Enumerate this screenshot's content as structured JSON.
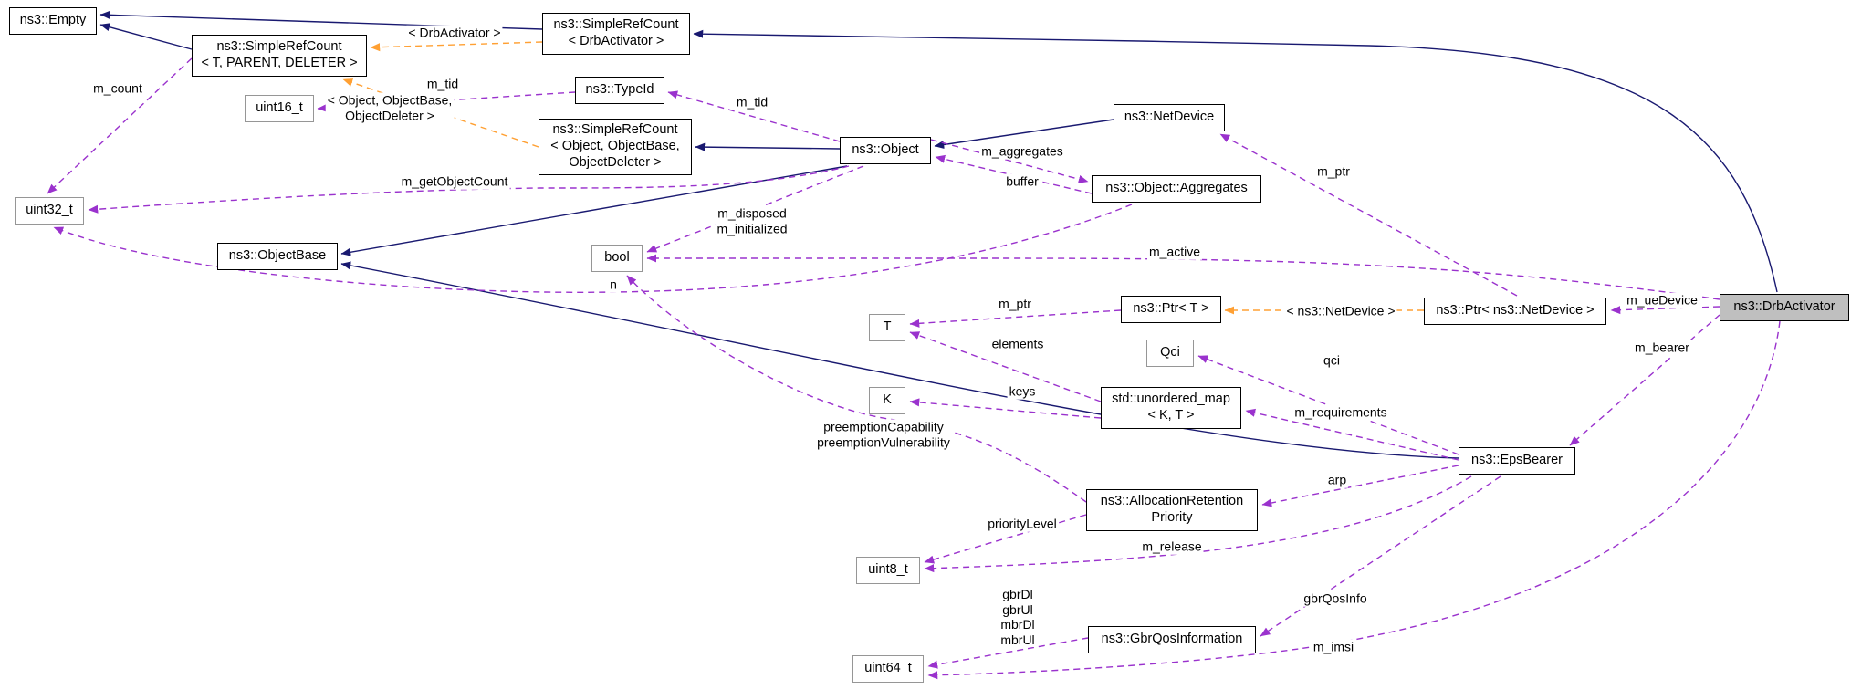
{
  "diagram": {
    "type": "collaboration-graph",
    "main_class": "ns3::DrbActivator",
    "colors": {
      "inheritance": "#191970",
      "usage": "#9a32cd",
      "template": "#ffa033",
      "node_border": "#000000",
      "node_border_undocumented": "#969696",
      "node_fill": "#ffffff",
      "main_node_fill": "#bfbfbf",
      "background": "#ffffff",
      "text": "#000000"
    },
    "nodes": [
      {
        "id": "empty",
        "label": "ns3::Empty",
        "style": "class"
      },
      {
        "id": "src_tpd",
        "label": "ns3::SimpleRefCount\n< T, PARENT, DELETER >",
        "style": "class"
      },
      {
        "id": "src_drb",
        "label": "ns3::SimpleRefCount\n< DrbActivator >",
        "style": "class"
      },
      {
        "id": "uint16",
        "label": "uint16_t",
        "style": "undocumented"
      },
      {
        "id": "typeid",
        "label": "ns3::TypeId",
        "style": "class"
      },
      {
        "id": "src_obj",
        "label": "ns3::SimpleRefCount\n< Object, ObjectBase,\nObjectDeleter >",
        "style": "class"
      },
      {
        "id": "object",
        "label": "ns3::Object",
        "style": "class"
      },
      {
        "id": "netdevice",
        "label": "ns3::NetDevice",
        "style": "class"
      },
      {
        "id": "aggregates",
        "label": "ns3::Object::Aggregates",
        "style": "class"
      },
      {
        "id": "uint32",
        "label": "uint32_t",
        "style": "undocumented"
      },
      {
        "id": "objectbase",
        "label": "ns3::ObjectBase",
        "style": "class"
      },
      {
        "id": "bool",
        "label": "bool",
        "style": "undocumented"
      },
      {
        "id": "t",
        "label": "T",
        "style": "undocumented"
      },
      {
        "id": "ptr_t",
        "label": "ns3::Ptr< T >",
        "style": "class"
      },
      {
        "id": "ptr_nd",
        "label": "ns3::Ptr< ns3::NetDevice >",
        "style": "class"
      },
      {
        "id": "drb",
        "label": "ns3::DrbActivator",
        "style": "main"
      },
      {
        "id": "qci",
        "label": "Qci",
        "style": "undocumented"
      },
      {
        "id": "k",
        "label": "K",
        "style": "undocumented"
      },
      {
        "id": "umap",
        "label": "std::unordered_map\n< K, T >",
        "style": "class"
      },
      {
        "id": "epsbearer",
        "label": "ns3::EpsBearer",
        "style": "class"
      },
      {
        "id": "arp",
        "label": "ns3::AllocationRetention\nPriority",
        "style": "class"
      },
      {
        "id": "uint8",
        "label": "uint8_t",
        "style": "undocumented"
      },
      {
        "id": "gbrqos",
        "label": "ns3::GbrQosInformation",
        "style": "class"
      },
      {
        "id": "uint64",
        "label": "uint64_t",
        "style": "undocumented"
      }
    ],
    "edges": [
      {
        "id": "src-drb-to-empty",
        "from": "src_drb",
        "to": "empty",
        "type": "inheritance",
        "label": ""
      },
      {
        "id": "src-tpd-to-empty",
        "from": "src_tpd",
        "to": "empty",
        "type": "inheritance",
        "label": ""
      },
      {
        "id": "drb-to-src-drb",
        "from": "drb",
        "to": "src_drb",
        "type": "inheritance",
        "label": ""
      },
      {
        "id": "object-to-src-obj",
        "from": "object",
        "to": "src_obj",
        "type": "inheritance",
        "label": ""
      },
      {
        "id": "object-to-objectbase",
        "from": "object",
        "to": "objectbase",
        "type": "inheritance",
        "label": ""
      },
      {
        "id": "netdevice-to-object",
        "from": "netdevice",
        "to": "object",
        "type": "inheritance",
        "label": ""
      },
      {
        "id": "epsbearer-to-objectbase",
        "from": "epsbearer",
        "to": "objectbase",
        "type": "inheritance",
        "label": ""
      },
      {
        "id": "src-drb-template",
        "from": "src_drb",
        "to": "src_tpd",
        "type": "template",
        "label": "< DrbActivator >"
      },
      {
        "id": "src-obj-template",
        "from": "src_obj",
        "to": "src_tpd",
        "type": "template",
        "label": "< Object, ObjectBase,\nObjectDeleter >"
      },
      {
        "id": "ptr-nd-template",
        "from": "ptr_nd",
        "to": "ptr_t",
        "type": "template",
        "label": "< ns3::NetDevice >"
      },
      {
        "id": "m-count",
        "from": "src_tpd",
        "to": "uint32",
        "type": "usage",
        "label": "m_count"
      },
      {
        "id": "m-getobjectcount",
        "from": "object",
        "to": "uint32",
        "type": "usage",
        "label": "m_getObjectCount"
      },
      {
        "id": "typeid-m-tid",
        "from": "typeid",
        "to": "uint16",
        "type": "usage",
        "label": "m_tid"
      },
      {
        "id": "object-m-tid",
        "from": "object",
        "to": "typeid",
        "type": "usage",
        "label": "m_tid"
      },
      {
        "id": "m-disposed-m-initialized",
        "from": "object",
        "to": "bool",
        "type": "usage",
        "label": "m_disposed\nm_initialized"
      },
      {
        "id": "buffer",
        "from": "aggregates",
        "to": "object",
        "type": "usage",
        "label": "buffer"
      },
      {
        "id": "m-aggregates",
        "from": "object",
        "to": "aggregates",
        "type": "usage",
        "label": "m_aggregates"
      },
      {
        "id": "ptr-m-ptr",
        "from": "ptr_t",
        "to": "t",
        "type": "usage",
        "label": "m_ptr"
      },
      {
        "id": "elements",
        "from": "umap",
        "to": "t",
        "type": "usage",
        "label": "elements"
      },
      {
        "id": "keys",
        "from": "umap",
        "to": "k",
        "type": "usage",
        "label": "keys"
      },
      {
        "id": "qci-edge",
        "from": "epsbearer",
        "to": "qci",
        "type": "usage",
        "label": "qci"
      },
      {
        "id": "m-requirements",
        "from": "epsbearer",
        "to": "umap",
        "type": "usage",
        "label": "m_requirements"
      },
      {
        "id": "arp-edge",
        "from": "epsbearer",
        "to": "arp",
        "type": "usage",
        "label": "arp"
      },
      {
        "id": "m-release",
        "from": "epsbearer",
        "to": "uint8",
        "type": "usage",
        "label": "m_release"
      },
      {
        "id": "gbrqosinfo",
        "from": "epsbearer",
        "to": "gbrqos",
        "type": "usage",
        "label": "gbrQosInfo"
      },
      {
        "id": "prioritylevel",
        "from": "arp",
        "to": "uint8",
        "type": "usage",
        "label": "priorityLevel"
      },
      {
        "id": "preemption",
        "from": "arp",
        "to": "bool",
        "type": "usage",
        "label": "preemptionCapability\npreemptionVulnerability"
      },
      {
        "id": "gbr-values",
        "from": "gbrqos",
        "to": "uint64",
        "type": "usage",
        "label": "gbrDl\ngbrUl\nmbrDl\nmbrUl"
      },
      {
        "id": "m-imsi",
        "from": "drb",
        "to": "uint64",
        "type": "usage",
        "label": "m_imsi"
      },
      {
        "id": "m-bearer",
        "from": "drb",
        "to": "epsbearer",
        "type": "usage",
        "label": "m_bearer"
      },
      {
        "id": "m-uedevice",
        "from": "drb",
        "to": "ptr_nd",
        "type": "usage",
        "label": "m_ueDevice"
      },
      {
        "id": "m-active",
        "from": "drb",
        "to": "bool",
        "type": "usage",
        "label": "m_active"
      },
      {
        "id": "ptr-nd-m-ptr",
        "from": "ptr_nd",
        "to": "netdevice",
        "type": "usage",
        "label": "m_ptr"
      },
      {
        "id": "aggregates-n",
        "from": "aggregates",
        "to": "uint32",
        "type": "usage",
        "label": "n"
      }
    ]
  }
}
